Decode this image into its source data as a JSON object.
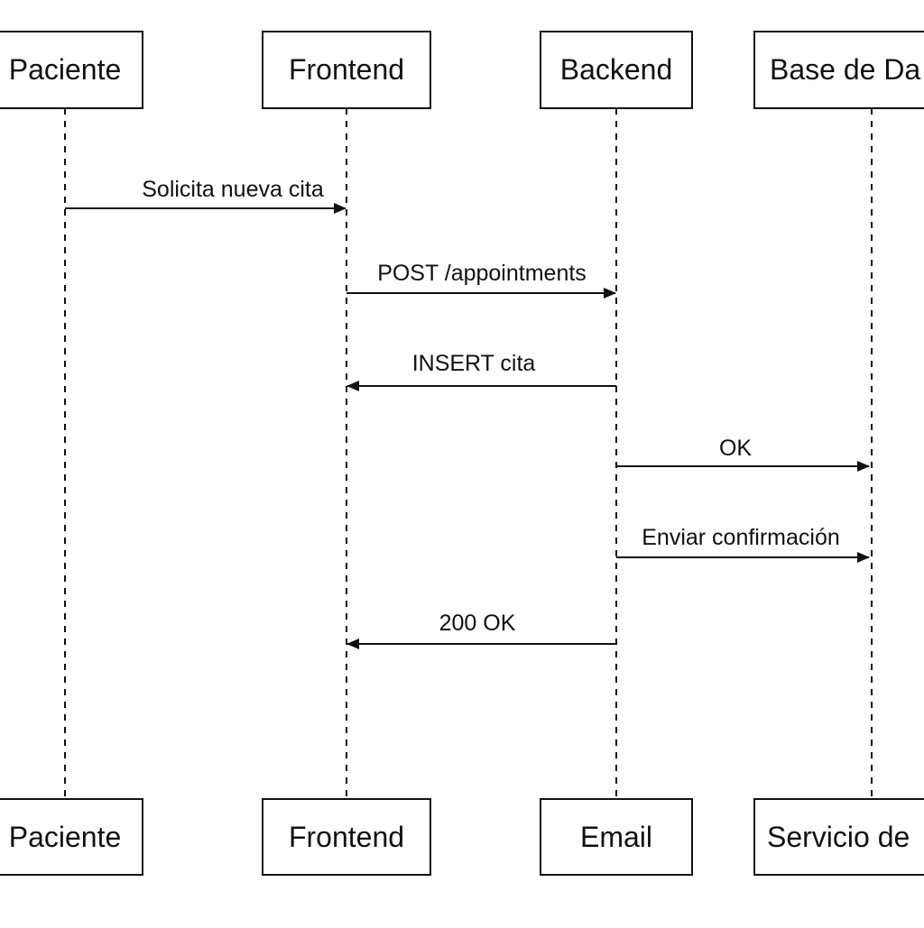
{
  "participants_top": [
    {
      "label": "Paciente"
    },
    {
      "label": "Frontend"
    },
    {
      "label": "Backend"
    },
    {
      "label": "Base de Da"
    }
  ],
  "participants_bottom": [
    {
      "label": "Paciente"
    },
    {
      "label": "Frontend"
    },
    {
      "label": "Email"
    },
    {
      "label": "Servicio de"
    }
  ],
  "messages": [
    {
      "label": "Solicita nueva cita",
      "from": 0,
      "to": 1
    },
    {
      "label": "POST /appointments",
      "from": 1,
      "to": 2
    },
    {
      "label": "INSERT cita",
      "from": 2,
      "to": 1
    },
    {
      "label": "OK",
      "from": 2,
      "to": 3
    },
    {
      "label": "Enviar confirmación",
      "from": 2,
      "to": 3
    },
    {
      "label": "200 OK",
      "from": 2,
      "to": 1
    }
  ],
  "colors": {
    "stroke": "#111111",
    "background": "#ffffff"
  }
}
